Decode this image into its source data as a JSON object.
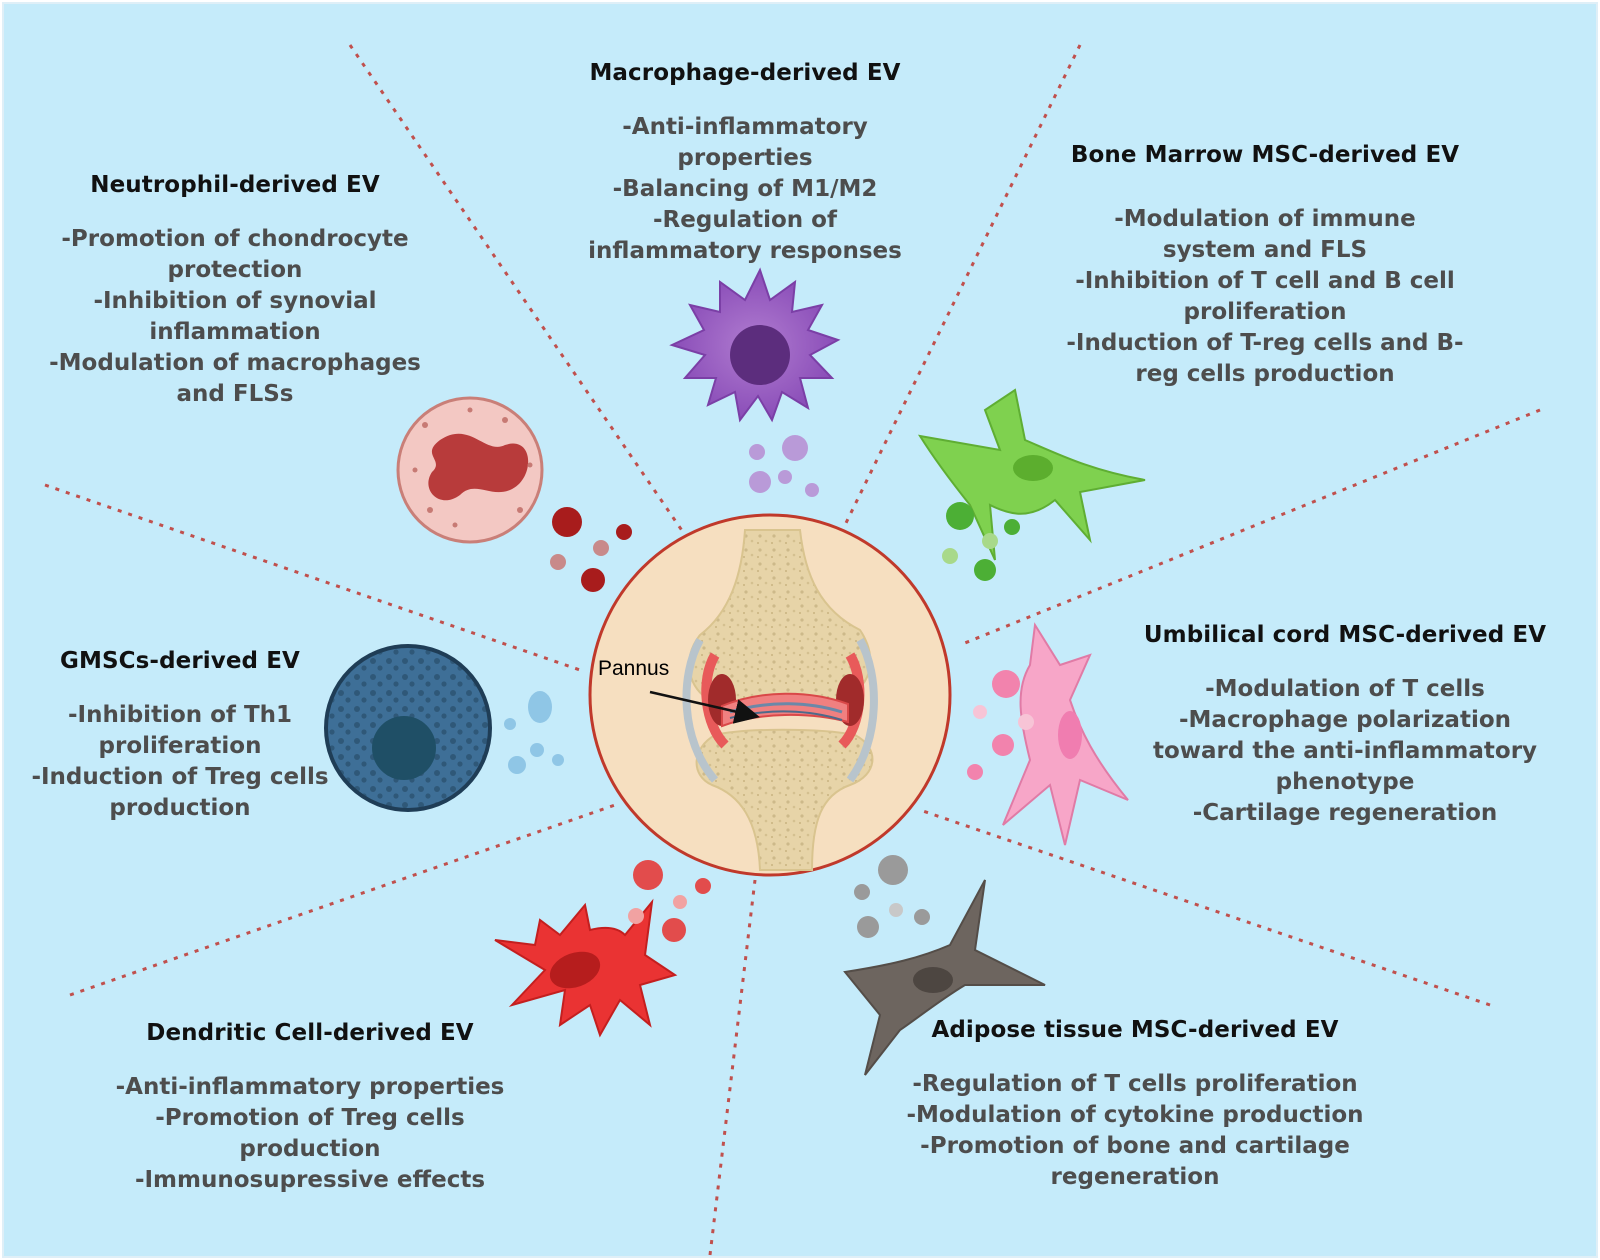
{
  "center": {
    "label": "Pannus"
  },
  "sections": {
    "macrophage": {
      "title": "Macrophage-derived EV",
      "items": [
        "-Anti-inflammatory",
        "properties",
        "-Balancing of M1/M2",
        "-Regulation of",
        "inflammatory responses"
      ],
      "color": "#8e44ad"
    },
    "neutrophil": {
      "title": "Neutrophil-derived EV",
      "items": [
        "-Promotion of chondrocyte",
        "protection",
        "-Inhibition of synovial",
        "inflammation",
        "-Modulation of macrophages",
        "and FLSs"
      ],
      "color": "#c0392b"
    },
    "bone_marrow": {
      "title": "Bone Marrow MSC-derived EV",
      "items": [
        "-Modulation of immune",
        "system and FLS",
        "-Inhibition of T cell and B cell",
        "proliferation",
        "-Induction of T-reg cells and B-",
        "reg cells production"
      ],
      "color": "#7cc943"
    },
    "gmsc": {
      "title": "GMSCs-derived EV",
      "items": [
        "-Inhibition of Th1",
        "proliferation",
        "-Induction of Treg cells",
        "production"
      ],
      "color": "#2f5f85"
    },
    "umbilical": {
      "title": "Umbilical cord MSC-derived EV",
      "items": [
        "-Modulation of T cells",
        "-Macrophage polarization",
        "toward the anti-inflammatory",
        "phenotype",
        "-Cartilage regeneration"
      ],
      "color": "#f08cb4"
    },
    "dendritic": {
      "title": "Dendritic Cell-derived EV",
      "items": [
        "-Anti-inflammatory properties",
        "-Promotion of Treg cells",
        "production",
        "-Immunosupressive effects"
      ],
      "color": "#e53935"
    },
    "adipose": {
      "title": "Adipose tissue MSC-derived EV",
      "items": [
        "-Regulation of T cells proliferation",
        "-Modulation of cytokine production",
        "-Promotion of bone and cartilage",
        "regeneration"
      ],
      "color": "#6d655f"
    }
  },
  "colors": {
    "background": "#c5ebfa",
    "divider": "#c0504d",
    "center_circle": "#f6dfc0",
    "center_border": "#c0392b"
  }
}
